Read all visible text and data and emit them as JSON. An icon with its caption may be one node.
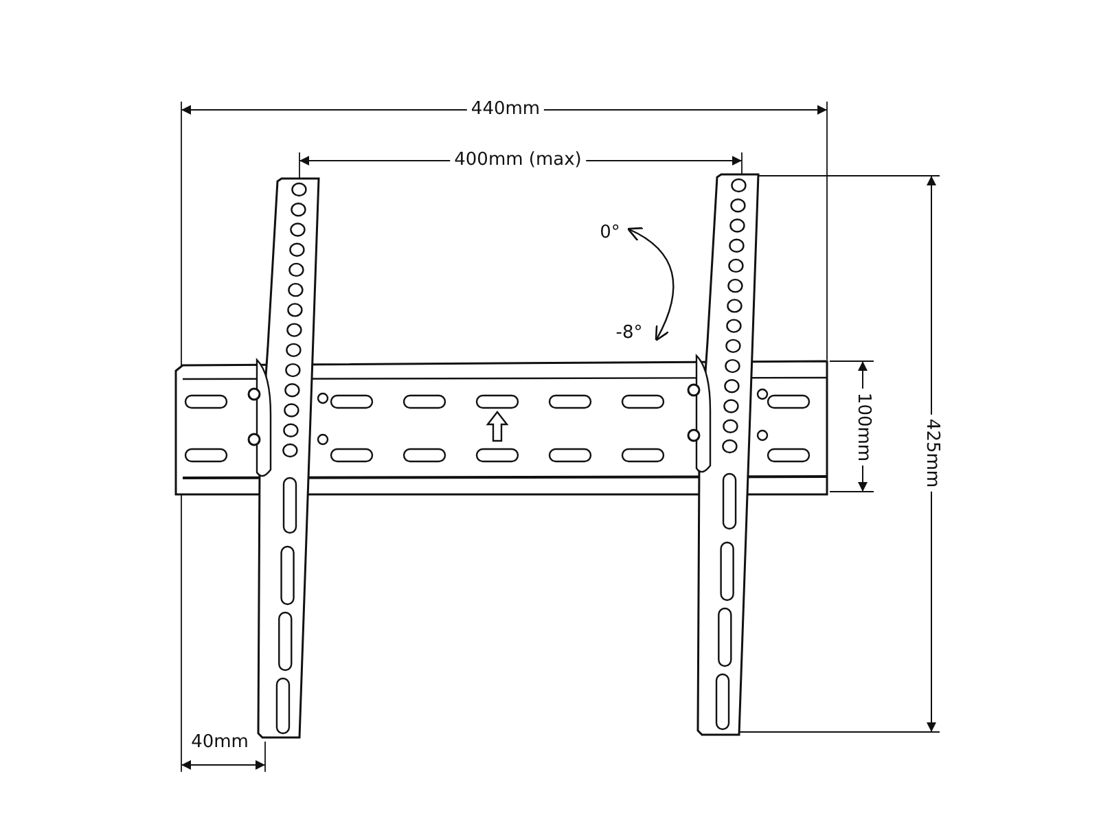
{
  "diagram": {
    "labels": [
      "440mm",
      "400mm (max)",
      "0°",
      "-8°",
      "100mm",
      "425mm",
      "40mm"
    ]
  }
}
